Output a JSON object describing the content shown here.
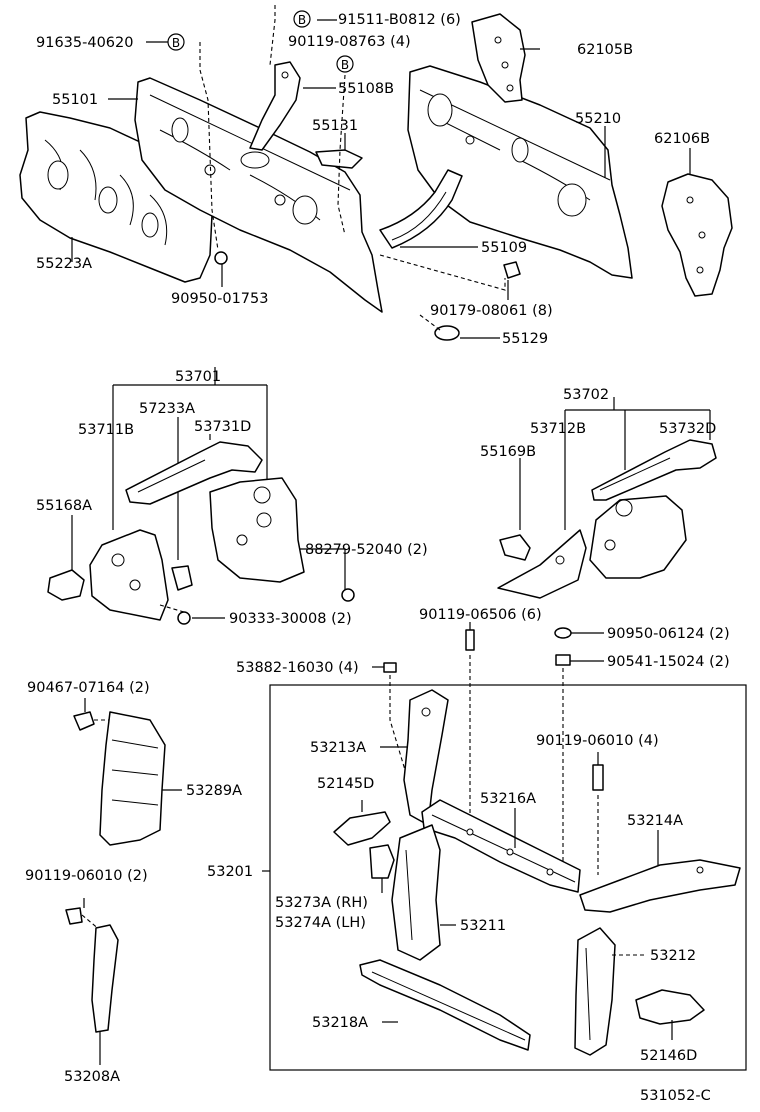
{
  "diagram_id": "531052-C",
  "markers": {
    "b": "B"
  },
  "parts": {
    "p91635_40620": "91635-40620",
    "p91511_B0812": "91511-B0812 (6)",
    "p90119_08763": "90119-08763 (4)",
    "p55108B": "55108B",
    "p62105B": "62105B",
    "p55101": "55101",
    "p55131": "55131",
    "p55210": "55210",
    "p62106B": "62106B",
    "p55223A": "55223A",
    "p55109": "55109",
    "p90950_01753": "90950-01753",
    "p90179_08061": "90179-08061 (8)",
    "p55129": "55129",
    "p53701": "53701",
    "p57233A": "57233A",
    "p53711B": "53711B",
    "p53731D": "53731D",
    "p55168A": "55168A",
    "p88279_52040": "88279-52040 (2)",
    "p90333_30008": "90333-30008 (2)",
    "p53702": "53702",
    "p53712B": "53712B",
    "p53732D": "53732D",
    "p55169B": "55169B",
    "p90119_06506": "90119-06506 (6)",
    "p90950_06124": "90950-06124 (2)",
    "p53882_16030": "53882-16030 (4)",
    "p90541_15024": "90541-15024 (2)",
    "p90467_07164": "90467-07164 (2)",
    "p53289A": "53289A",
    "p53213A": "53213A",
    "p90119_06010_4": "90119-06010 (4)",
    "p52145D": "52145D",
    "p53216A": "53216A",
    "p53214A": "53214A",
    "p53201": "53201",
    "p90119_06010_2": "90119-06010 (2)",
    "p53273A": "53273A (RH)",
    "p53274A": "53274A (LH)",
    "p53211": "53211",
    "p53212": "53212",
    "p53218A": "53218A",
    "p52146D": "52146D",
    "p53208A": "53208A"
  }
}
